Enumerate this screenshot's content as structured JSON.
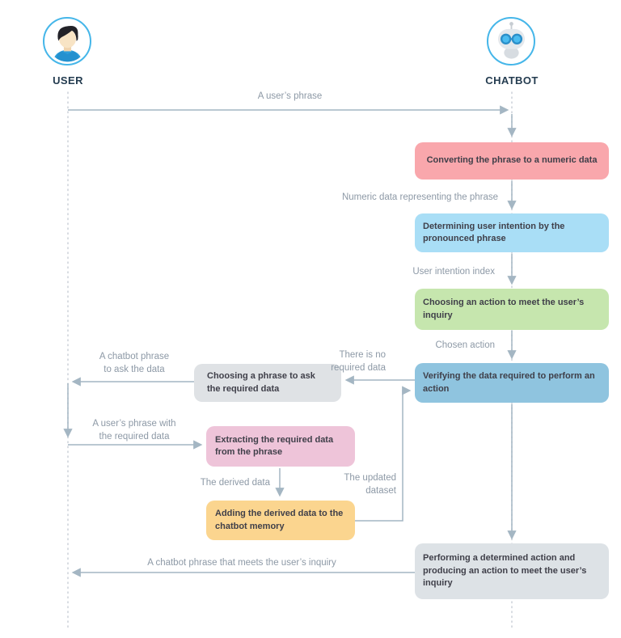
{
  "diagram": {
    "actors": {
      "user": {
        "label": "USER",
        "icon": "person-icon"
      },
      "chatbot": {
        "label": "CHATBOT",
        "icon": "robot-icon"
      }
    },
    "boxes": {
      "convert": {
        "label": "Converting the phrase to a numeric data",
        "color": "#f9a7ac"
      },
      "intent": {
        "label": "Determining user intention by the pronounced phrase",
        "color": "#a9def6"
      },
      "choose_action": {
        "label": "Choosing an action to meet the user’s inquiry",
        "color": "#c6e6ae"
      },
      "verify": {
        "label": "Verifying the data required to perform an action",
        "color": "#8fc4df"
      },
      "ask_phrase": {
        "label": "Choosing a phrase to ask the required data",
        "color": "#dfe2e5"
      },
      "extract": {
        "label": "Extracting the required data from the phrase",
        "color": "#eec4d9"
      },
      "memory": {
        "label": "Adding the derived data to the chatbot memory",
        "color": "#fbd58f"
      },
      "perform": {
        "label": "Performing a determined action and producing an action to meet the user’s inquiry",
        "color": "#dde2e6"
      }
    },
    "edge_labels": {
      "user_phrase": "A user’s phrase",
      "numeric_data": "Numeric data representing the phrase",
      "intention_index": "User intention index",
      "chosen_action": "Chosen action",
      "no_required_data": "There is no\nrequired data",
      "ask_data": "A chatbot phrase\nto ask the data",
      "phrase_with_data": "A user’s phrase with\nthe required data",
      "derived_data": "The derived data",
      "updated_dataset": "The updated\ndataset",
      "meets_inquiry": "A chatbot phrase that meets the user’s inquiry"
    },
    "palette": {
      "arrow": "#a4b6c3",
      "lifeline": "#ccd1d8",
      "edge_label_text": "#8d99a6",
      "box_text": "#3f3f49",
      "actor_ring": "#45b6e9",
      "actor_label_text": "#243c50"
    }
  }
}
